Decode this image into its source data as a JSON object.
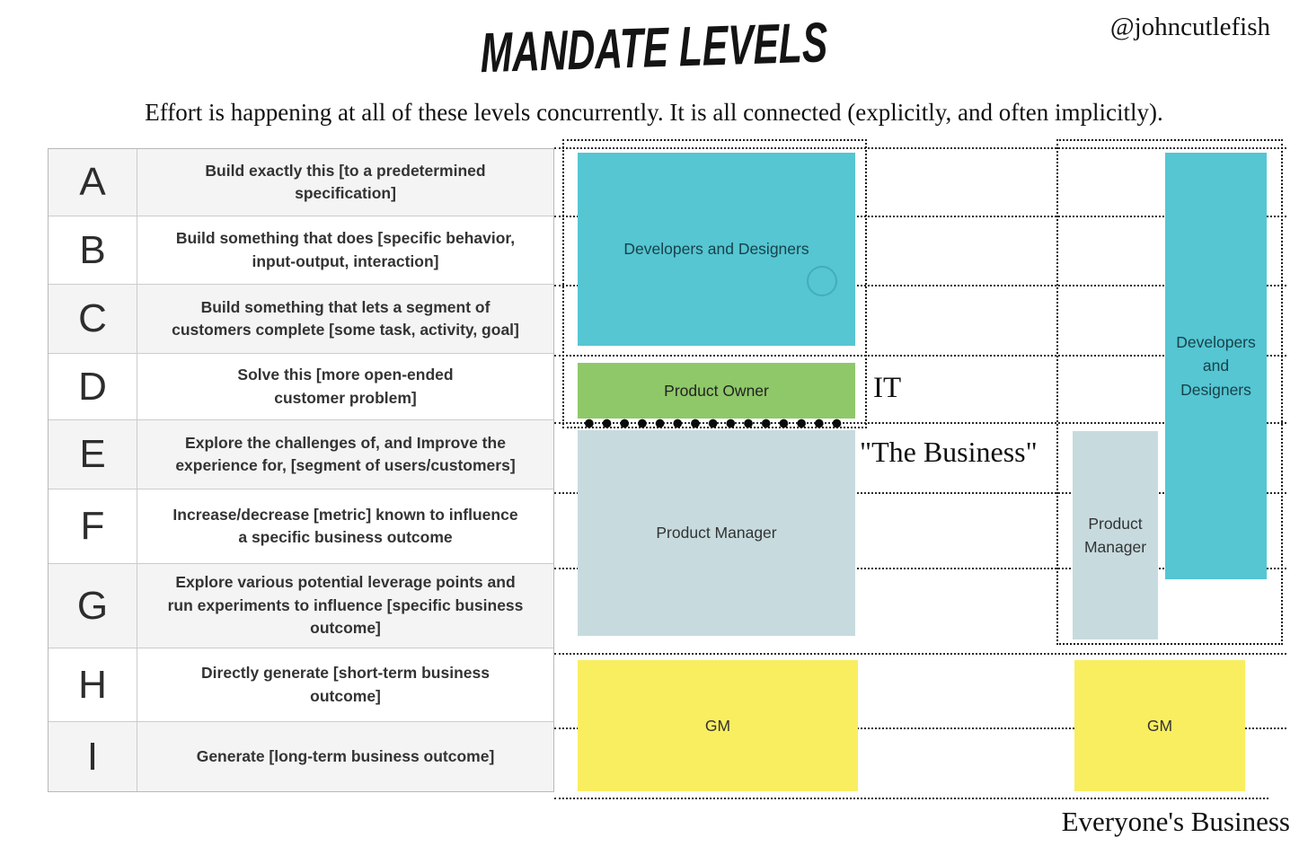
{
  "header": {
    "title": "MANDATE LEVELS",
    "handle": "@johncutlefish",
    "subtitle": "Effort is happening at all of these levels concurrently. It is all connected (explicitly, and often implicitly)."
  },
  "mandate_table": {
    "rows": [
      {
        "level": "A",
        "description": "Build exactly this [to a predetermined\nspecification]"
      },
      {
        "level": "B",
        "description": "Build something that does [specific behavior,\ninput-output, interaction]"
      },
      {
        "level": "C",
        "description": "Build something that lets a segment of\ncustomers complete [some task, activity, goal]"
      },
      {
        "level": "D",
        "description": "Solve this [more open-ended\ncustomer problem]"
      },
      {
        "level": "E",
        "description": "Explore the challenges of, and Improve the\nexperience for, [segment of users/customers]"
      },
      {
        "level": "F",
        "description": "Increase/decrease [metric] known to influence\na specific business outcome"
      },
      {
        "level": "G",
        "description": "Explore various potential leverage points and\nrun experiments to influence [specific business\noutcome]"
      },
      {
        "level": "H",
        "description": "Directly generate [short-term business\noutcome]"
      },
      {
        "level": "I",
        "description": "Generate [long-term business outcome]"
      }
    ]
  },
  "left_group": {
    "developers_designers": "Developers and Designers",
    "product_owner": "Product Owner",
    "product_manager": "Product Manager",
    "gm": "GM",
    "it_label": "IT",
    "business_label": "\"The Business\""
  },
  "right_group": {
    "developers_designers": "Developers\nand\nDesigners",
    "product_manager": "Product\nManager",
    "gm": "GM",
    "footer_label": "Everyone's Business"
  },
  "colors": {
    "teal": "#55c6d2",
    "green": "#8fc869",
    "slate": "#c7dbdf",
    "yellow": "#f9ee60",
    "row_alt": "#f4f4f4"
  }
}
